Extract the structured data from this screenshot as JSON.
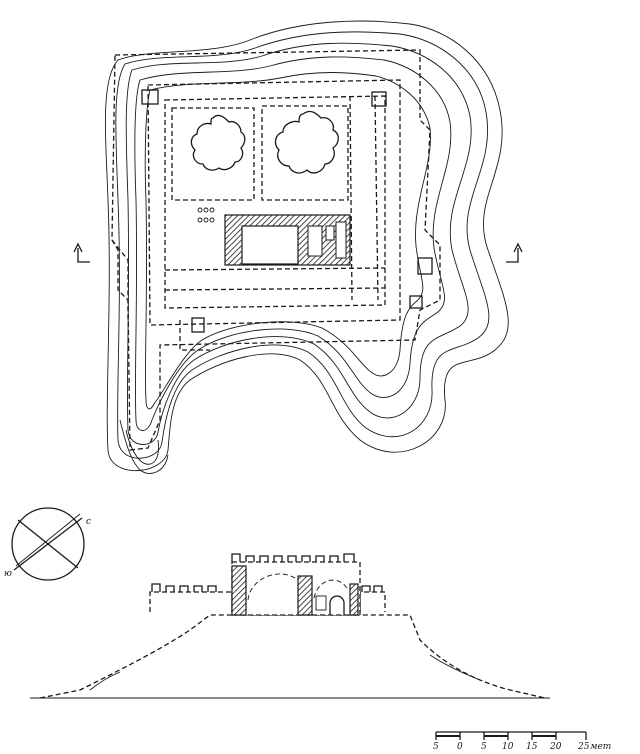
{
  "scale_bar": {
    "ticks": [
      "5",
      "0",
      "5",
      "10",
      "15",
      "20",
      "25"
    ],
    "unit": "мет"
  },
  "compass": {
    "label_left": "ю",
    "label_right": "с"
  },
  "colors": {
    "ink": "#1a1a1a",
    "paper": "#ffffff"
  }
}
